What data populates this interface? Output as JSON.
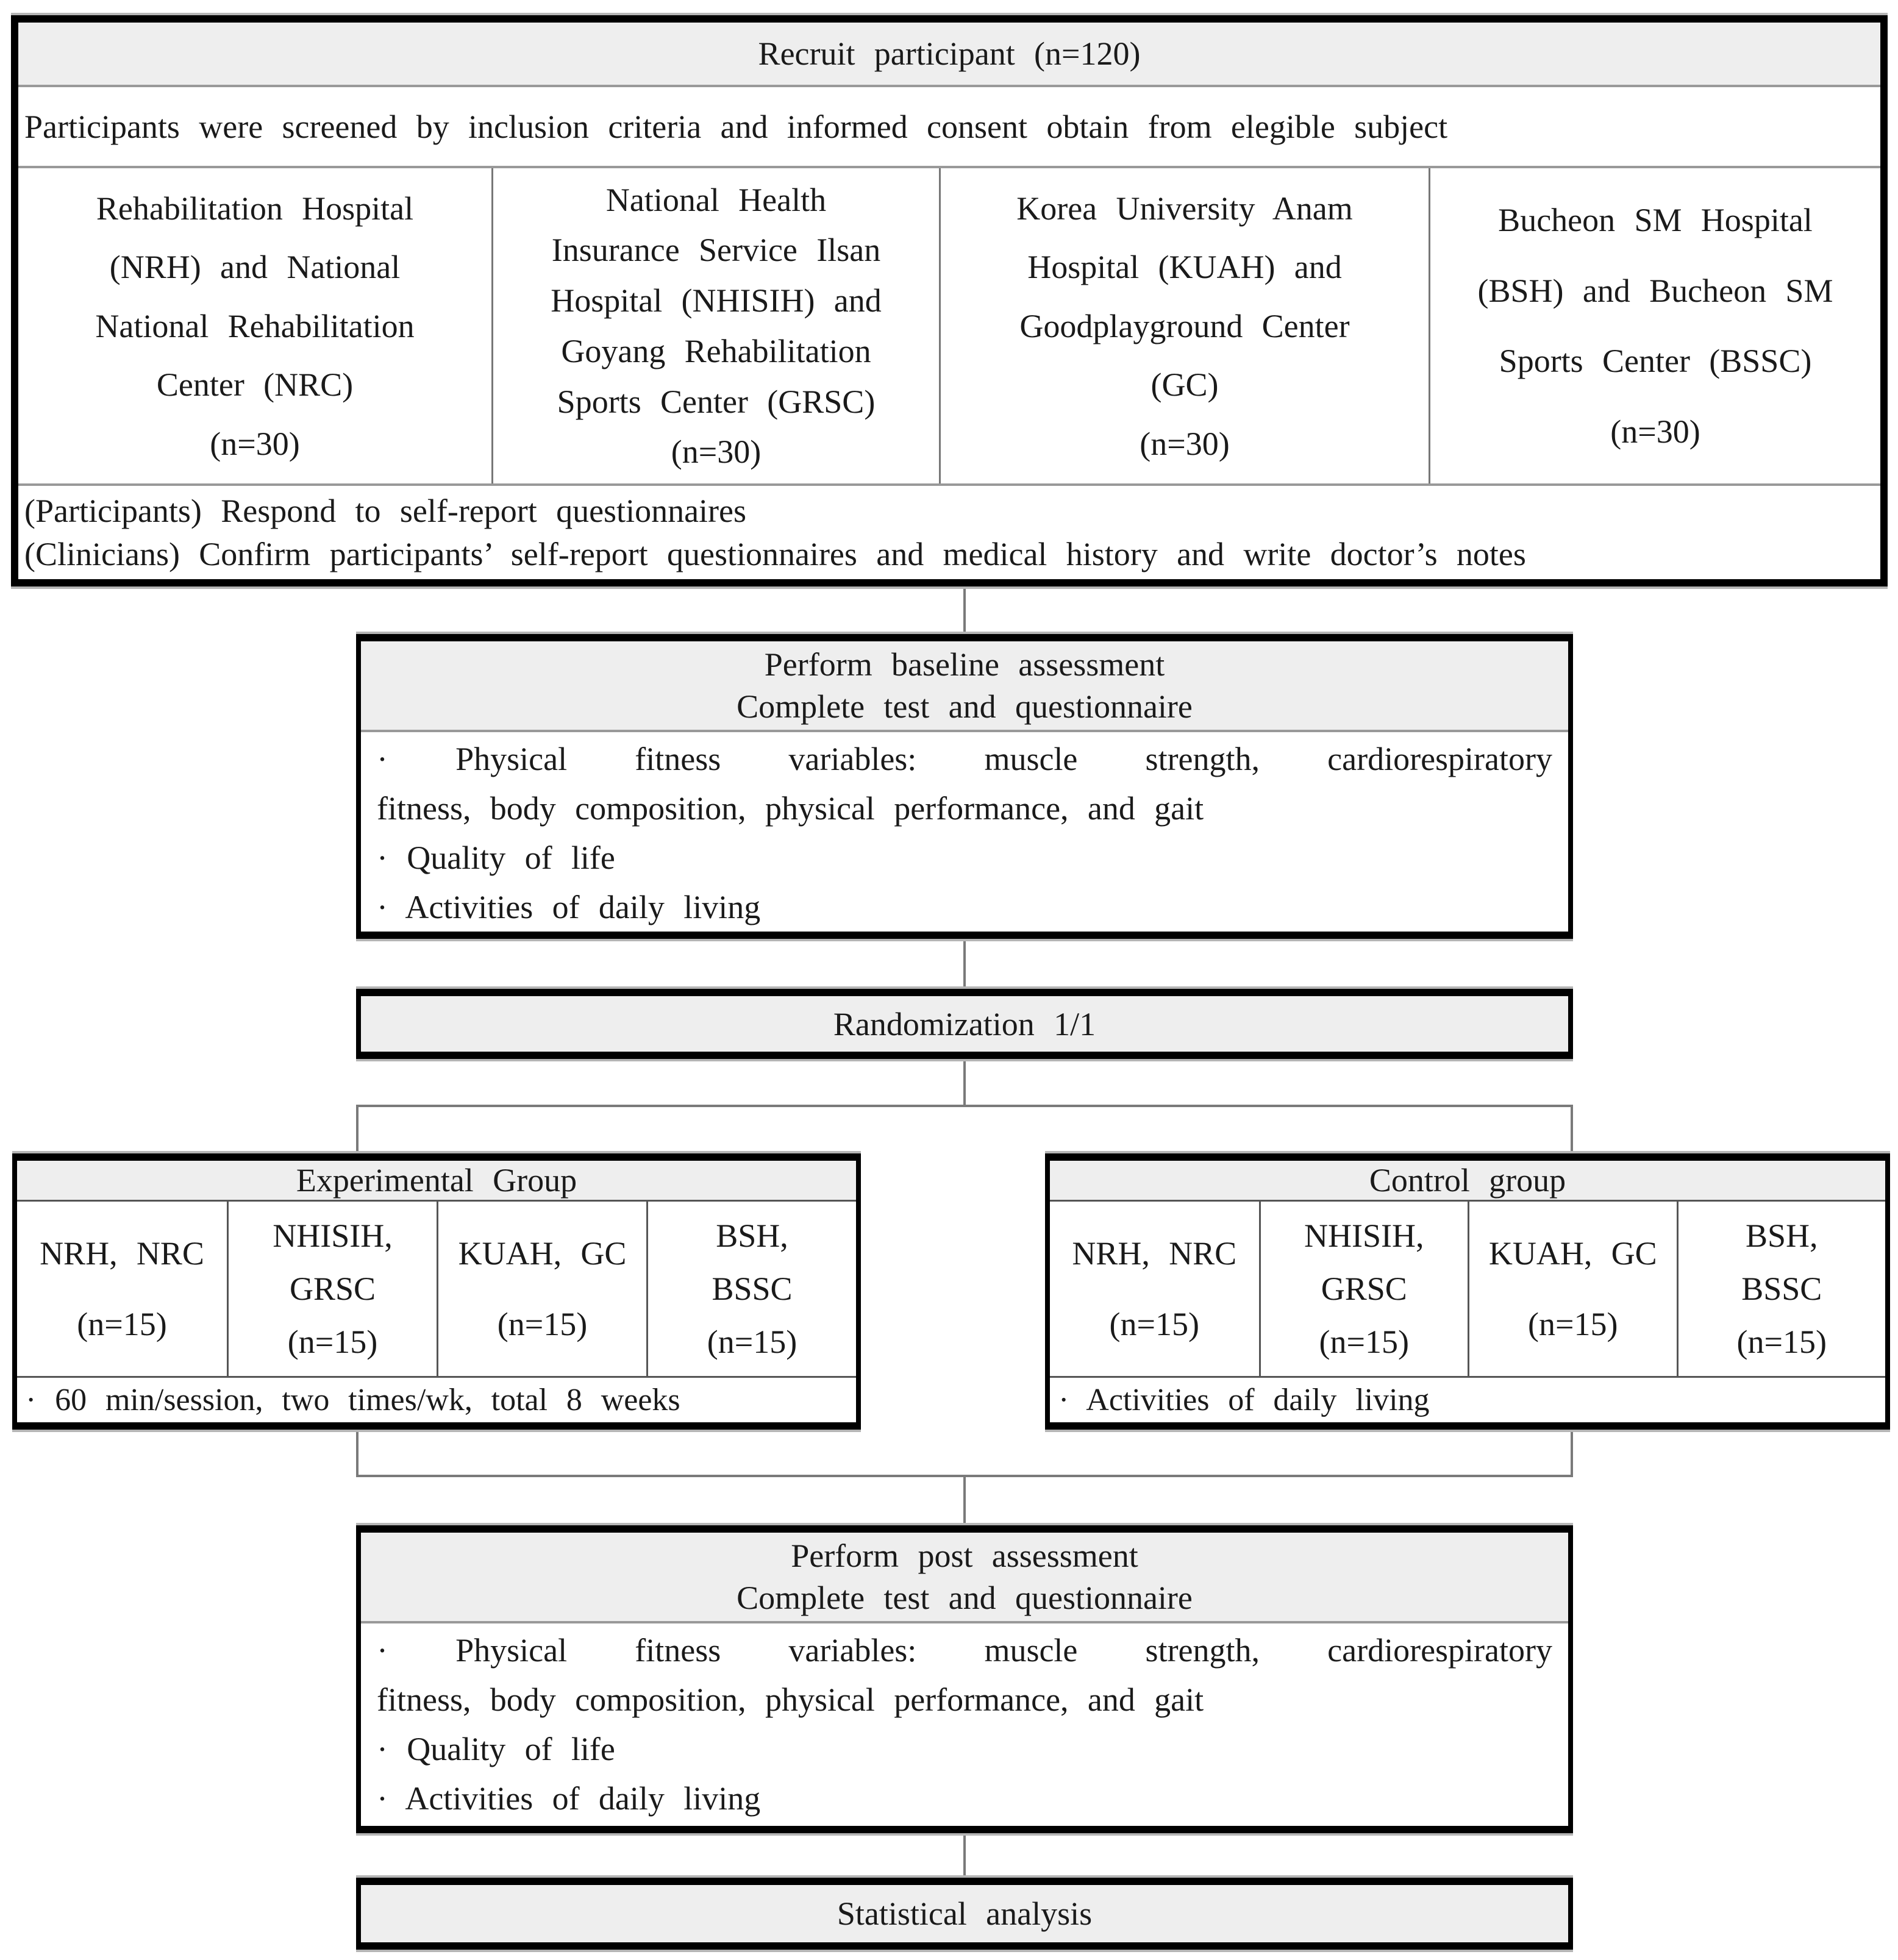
{
  "palette": {
    "box_fill": "#eeeeee",
    "border": "#000000",
    "inner_line": "#999999",
    "connector": "#7a7a7a",
    "text": "#1a1a1a"
  },
  "top_table": {
    "title": "Recruit participant (n=120)",
    "screening": "Participants were screened by inclusion criteria and informed consent obtain from elegible subject",
    "sites": [
      [
        "Rehabilitation Hospital",
        "(NRH) and National",
        "National Rehabilitation",
        "Center (NRC)",
        "(n=30)"
      ],
      [
        "National Health",
        "Insurance Service Ilsan",
        "Hospital (NHISIH) and",
        "Goyang Rehabilitation",
        "Sports Center (GRSC)",
        "(n=30)"
      ],
      [
        "Korea University Anam",
        "Hospital (KUAH) and",
        "Goodplayground Center",
        "(GC)",
        "(n=30)"
      ],
      [
        "Bucheon SM Hospital",
        "(BSH) and Bucheon SM",
        "Sports Center (BSSC)",
        "(n=30)"
      ]
    ],
    "notes": [
      "(Participants) Respond to self-report questionnaires",
      "(Clinicians) Confirm participants’ self-report questionnaires and medical history and write doctor’s notes"
    ]
  },
  "baseline_box": {
    "header": [
      "Perform baseline assessment",
      "Complete test and questionnaire"
    ],
    "bullet_physical": [
      "·  Physical fitness variables: muscle strength, cardiorespiratory",
      "fitness, body composition, physical performance, and gait"
    ],
    "bullet_quality": "· Quality of life",
    "bullet_adl": "· Activities of daily living"
  },
  "randomization": {
    "label": "Randomization 1/1"
  },
  "groups": [
    {
      "title": "Experimental Group",
      "cells": [
        [
          "NRH, NRC",
          "(n=15)"
        ],
        [
          "NHISIH,",
          "GRSC",
          "(n=15)"
        ],
        [
          "KUAH, GC",
          "(n=15)"
        ],
        [
          "BSH,",
          "BSSC",
          "(n=15)"
        ]
      ],
      "note": "· 60 min/session, two times/wk, total 8 weeks"
    },
    {
      "title": "Control group",
      "cells": [
        [
          "NRH, NRC",
          "(n=15)"
        ],
        [
          "NHISIH,",
          "GRSC",
          "(n=15)"
        ],
        [
          "KUAH, GC",
          "(n=15)"
        ],
        [
          "BSH,",
          "BSSC",
          "(n=15)"
        ]
      ],
      "note": "· Activities of daily living"
    }
  ],
  "post_box": {
    "header": [
      "Perform post assessment",
      "Complete test and questionnaire"
    ],
    "bullet_physical": [
      "·  Physical fitness variables: muscle strength, cardiorespiratory",
      "fitness, body composition, physical performance, and gait"
    ],
    "bullet_quality": "· Quality of life",
    "bullet_adl": "· Activities of daily living"
  },
  "statistical": {
    "label": "Statistical analysis"
  }
}
